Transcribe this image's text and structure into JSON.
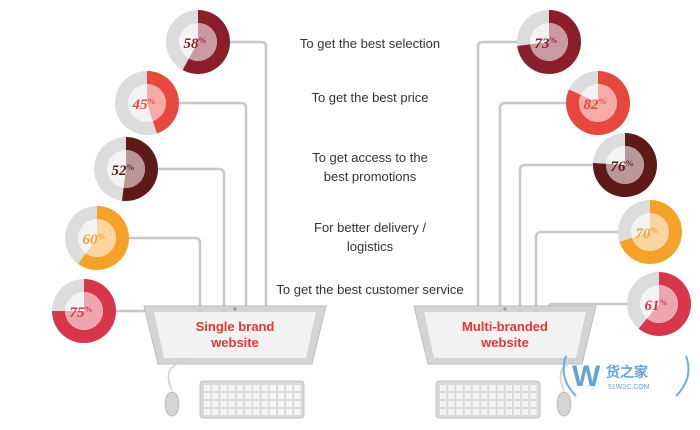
{
  "chart_data": {
    "type": "pie",
    "unit": "%",
    "categories": [
      "To get the best selection",
      "To get the best price",
      "To get access to the best promotions",
      "For better delivery / logistics",
      "To get the best customer service"
    ],
    "category_lines": [
      [
        "To get the best selection"
      ],
      [
        "To get the best price"
      ],
      [
        "To get access to the",
        "best promotions"
      ],
      [
        "For better delivery /",
        "logistics"
      ],
      [
        "To get the best customer service"
      ]
    ],
    "series": [
      {
        "name": "Single brand website",
        "values": [
          58,
          45,
          52,
          60,
          75
        ]
      },
      {
        "name": "Multi-branded website",
        "values": [
          73,
          82,
          76,
          70,
          61
        ]
      }
    ],
    "category_colors": [
      "#8a1f2b",
      "#e8473d",
      "#5e1a18",
      "#f4a229",
      "#d8364b"
    ],
    "track_color": "#dcdcdc",
    "screen_labels": [
      [
        "Single brand",
        "website"
      ],
      [
        "Multi-branded",
        "website"
      ]
    ],
    "watermark": {
      "brand": "货之家",
      "url": "51W2C.COM"
    }
  }
}
